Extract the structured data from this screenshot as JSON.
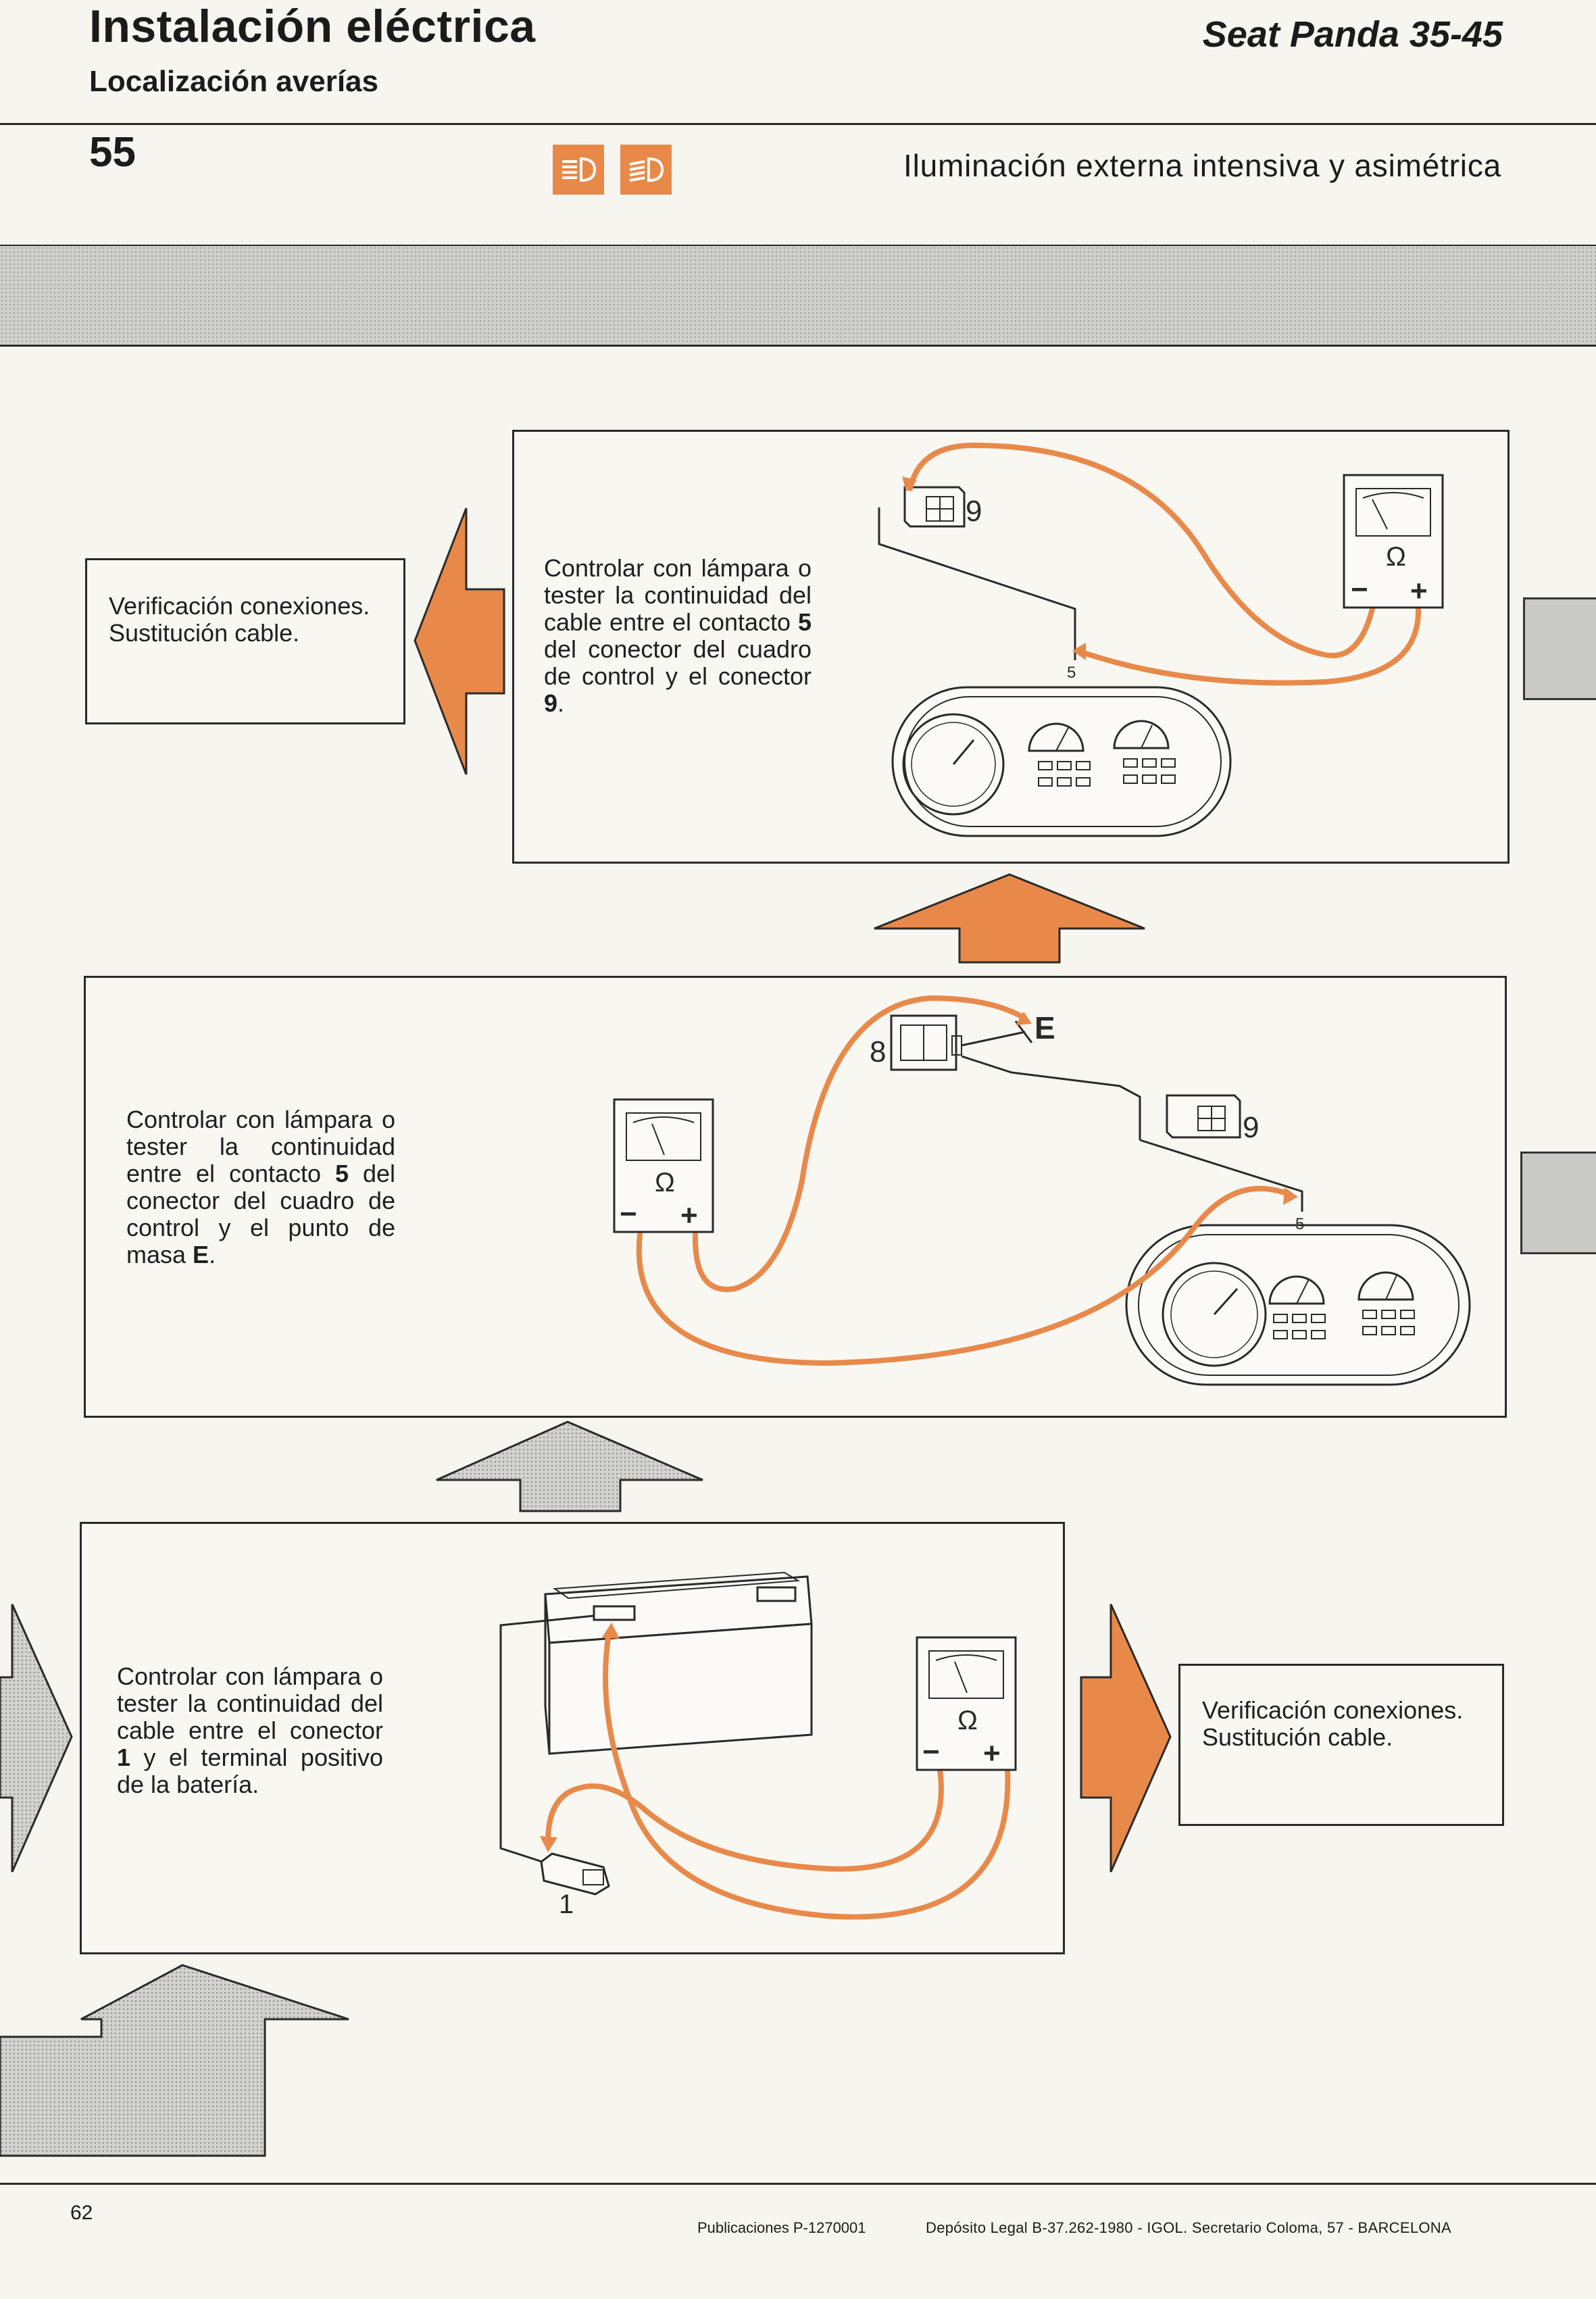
{
  "header": {
    "title": "Instalación eléctrica",
    "subtitle": "Localización averías",
    "model": "Seat Panda 35-45",
    "page_section_number": "55",
    "section_title": "Iluminación externa intensiva y asimétrica",
    "icons": [
      "high-beam-icon",
      "low-beam-icon"
    ]
  },
  "steps": {
    "top": {
      "instruction_parts": [
        "Controlar con lámpara o tester la continuidad del cable entre el contacto ",
        "5",
        " del conector del cuadro de control y el conector ",
        "9",
        "."
      ],
      "side_box": [
        "Verificación conexiones.",
        "Sustitución cable."
      ],
      "labels": {
        "connector": "9",
        "contact": "5",
        "ohm": "Ω",
        "minus": "−",
        "plus": "+"
      }
    },
    "middle": {
      "instruction_parts": [
        "Controlar con lámpara o tester la continuidad entre el contacto ",
        "5",
        " del conector del cuadro de control y el punto de masa ",
        "E",
        "."
      ],
      "labels": {
        "connector_8": "8",
        "ground": "E",
        "connector_9": "9",
        "contact": "5",
        "ohm": "Ω",
        "minus": "−",
        "plus": "+"
      }
    },
    "bottom": {
      "instruction_parts": [
        "Controlar con lámpara o tester la continuidad del cable entre el conector ",
        "1",
        " y el terminal positivo de la batería."
      ],
      "side_box": [
        "Verificación conexiones.",
        "Sustitución cable."
      ],
      "labels": {
        "connector": "1",
        "ohm": "Ω",
        "minus": "−",
        "plus": "+"
      }
    }
  },
  "colors": {
    "accent": "#e8894a",
    "gray_arrow": "#c9c9c5",
    "ink": "#2a2a2a"
  },
  "footer": {
    "page_number": "62",
    "publication": "Publicaciones P-1270001",
    "legal": "Depósito Legal B-37.262-1980 - IGOL. Secretario Coloma, 57 - BARCELONA"
  }
}
